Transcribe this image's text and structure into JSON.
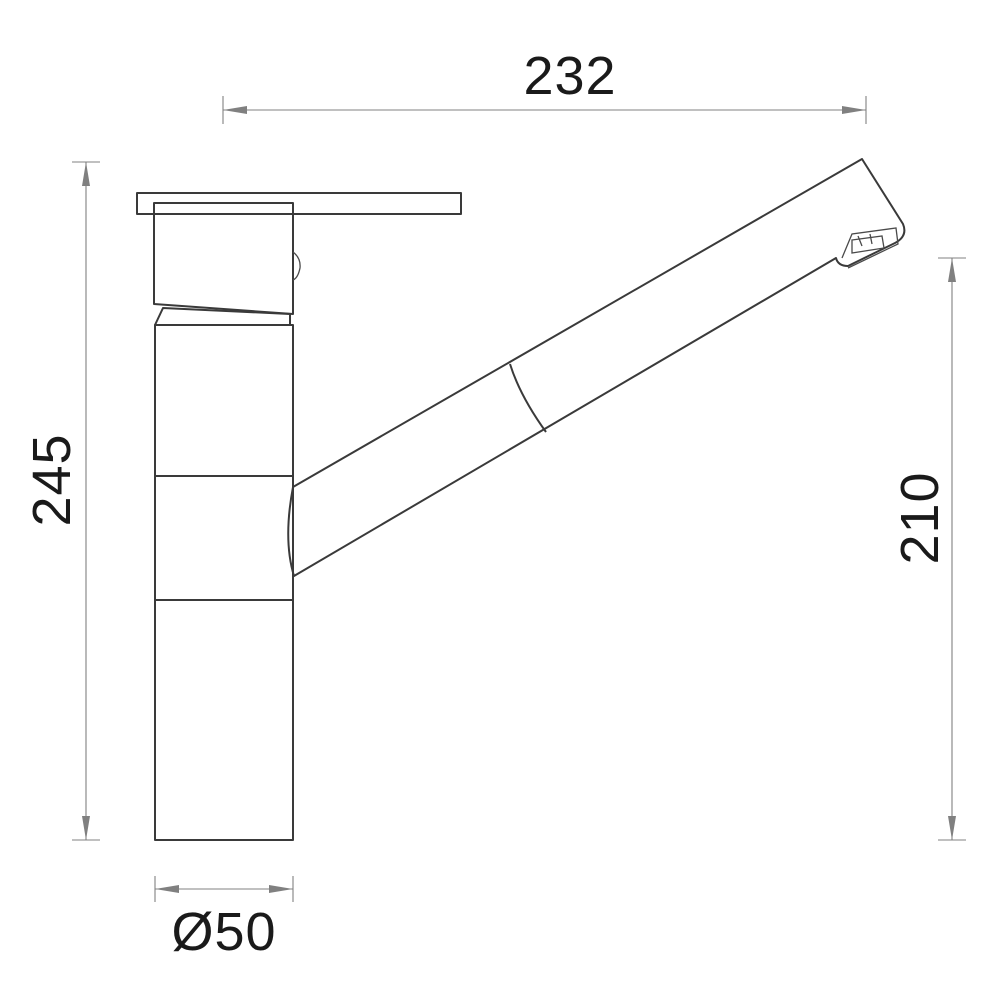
{
  "dimensions": {
    "width": "232",
    "height_total": "245",
    "spout_height": "210",
    "diameter": "Ø50"
  },
  "colors": {
    "outline": "#3a3a3a",
    "dimension_line": "#808080",
    "text": "#1a1a1a",
    "background": "#ffffff"
  }
}
